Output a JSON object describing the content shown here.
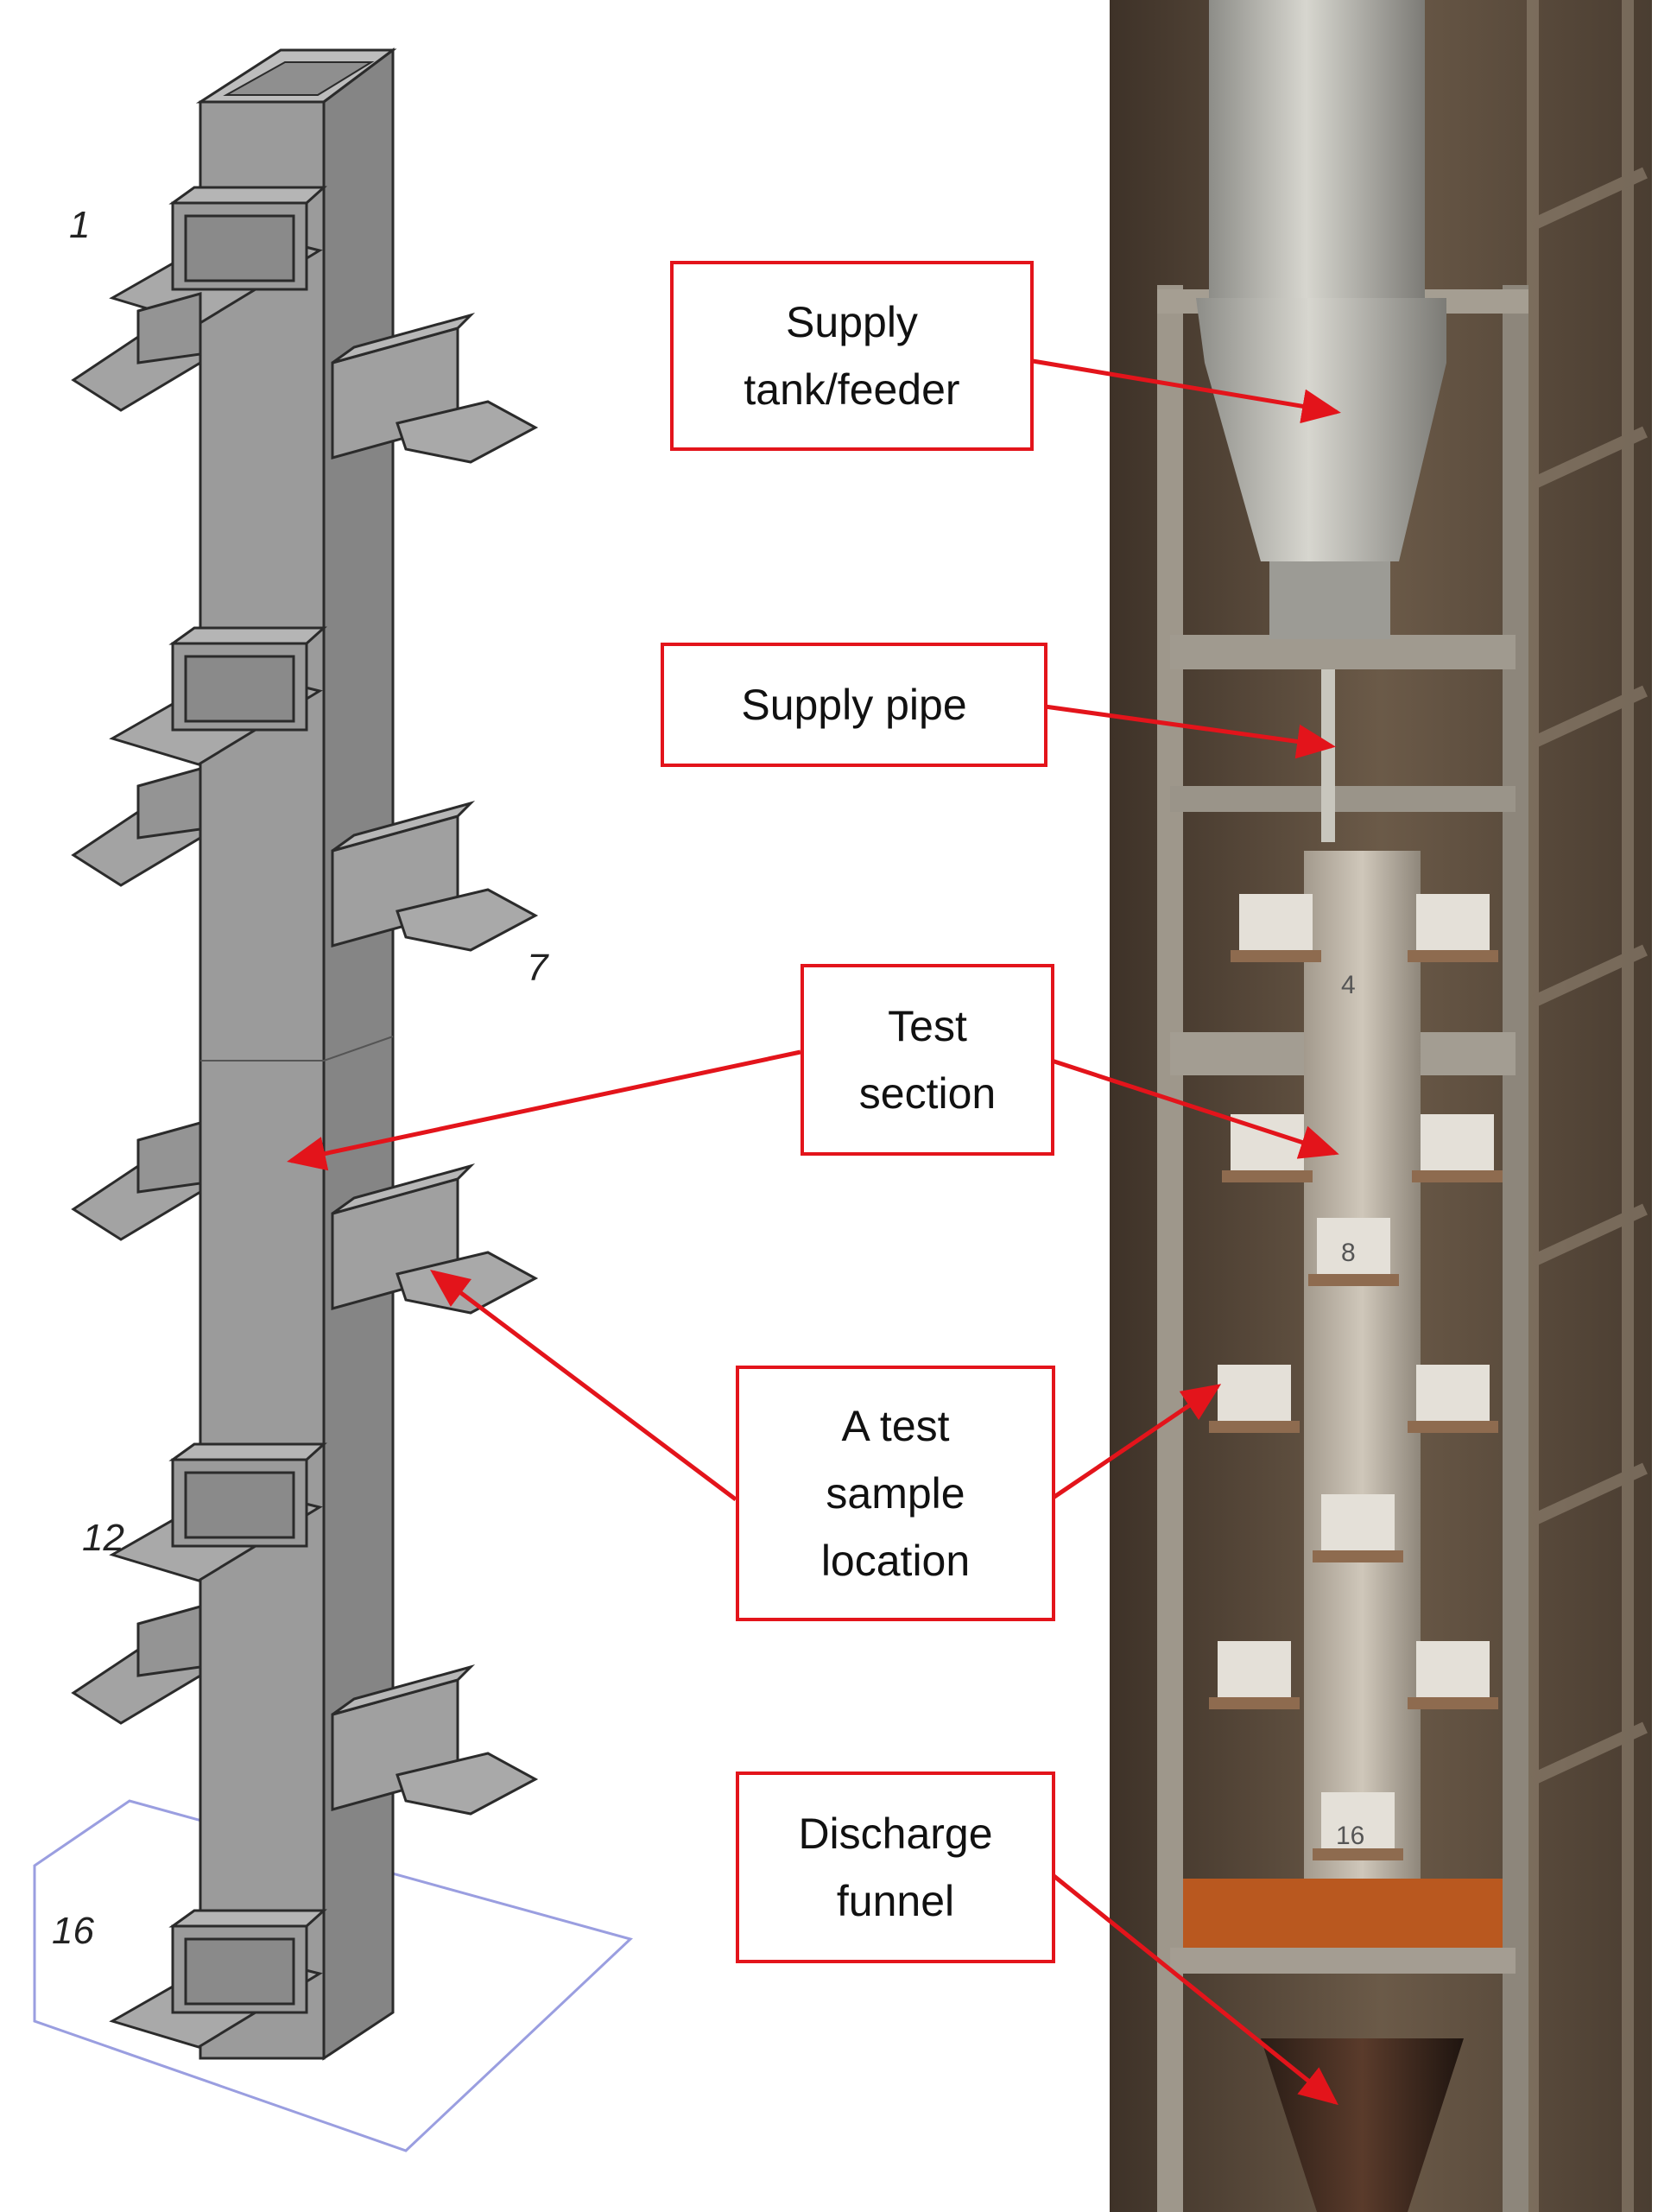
{
  "colors": {
    "arrow": "#e3141b",
    "cad_face": "#9b9b9b",
    "cad_side": "#858585",
    "cad_edge": "#2b2b2b",
    "base_outline": "#9a9ee0",
    "photo_bg": "#5a4a3c"
  },
  "cad_numbers": [
    "1",
    "7",
    "12",
    "16"
  ],
  "labels": {
    "supply_tank": [
      "Supply",
      "tank/feeder"
    ],
    "supply_pipe": [
      "Supply pipe"
    ],
    "test_section": [
      "Test",
      "section"
    ],
    "test_sample": [
      "A test",
      "sample",
      "location"
    ],
    "discharge": [
      "Discharge",
      "funnel"
    ]
  },
  "photo_marks": [
    "4",
    "8",
    "16"
  ]
}
